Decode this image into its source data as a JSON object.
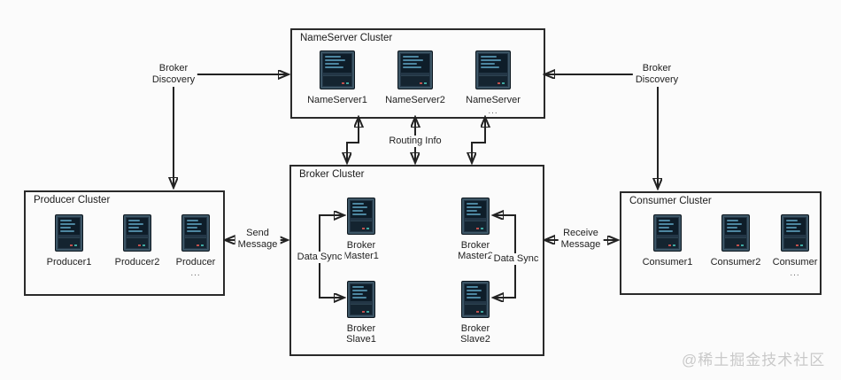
{
  "clusters": {
    "nameserver": {
      "title": "NameServer Cluster",
      "nodes": [
        "NameServer1",
        "NameServer2",
        "NameServer"
      ],
      "more": "..."
    },
    "broker": {
      "title": "Broker Cluster",
      "nodes": [
        [
          "Broker",
          "Master1"
        ],
        [
          "Broker",
          "Master2"
        ],
        [
          "Broker",
          "Slave1"
        ],
        [
          "Broker",
          "Slave2"
        ]
      ]
    },
    "producer": {
      "title": "Producer Cluster",
      "nodes": [
        "Producer1",
        "Producer2",
        "Producer"
      ],
      "more": "..."
    },
    "consumer": {
      "title": "Consumer Cluster",
      "nodes": [
        "Consumer1",
        "Consumer2",
        "Consumer"
      ],
      "more": "..."
    }
  },
  "connections": {
    "broker_discovery_left": [
      "Broker",
      "Discovery"
    ],
    "broker_discovery_right": [
      "Broker",
      "Discovery"
    ],
    "routing_info": "Routing Info",
    "send_message": [
      "Send",
      "Message"
    ],
    "receive_message": [
      "Receive",
      "Message"
    ],
    "data_sync_left": "Data Sync",
    "data_sync_right": "Data Sync"
  },
  "watermark": "@稀土掘金技术社区",
  "colors": {
    "line": "#222222",
    "box_border": "#2a2a2a",
    "background": "#fbfbfb",
    "icon_body": "#233646",
    "icon_frame": "#3d5666",
    "icon_accent": "#4d86a0",
    "led_red": "#c0504d",
    "led_teal": "#3fa7a0",
    "watermark_color": "#c9c9c9"
  }
}
